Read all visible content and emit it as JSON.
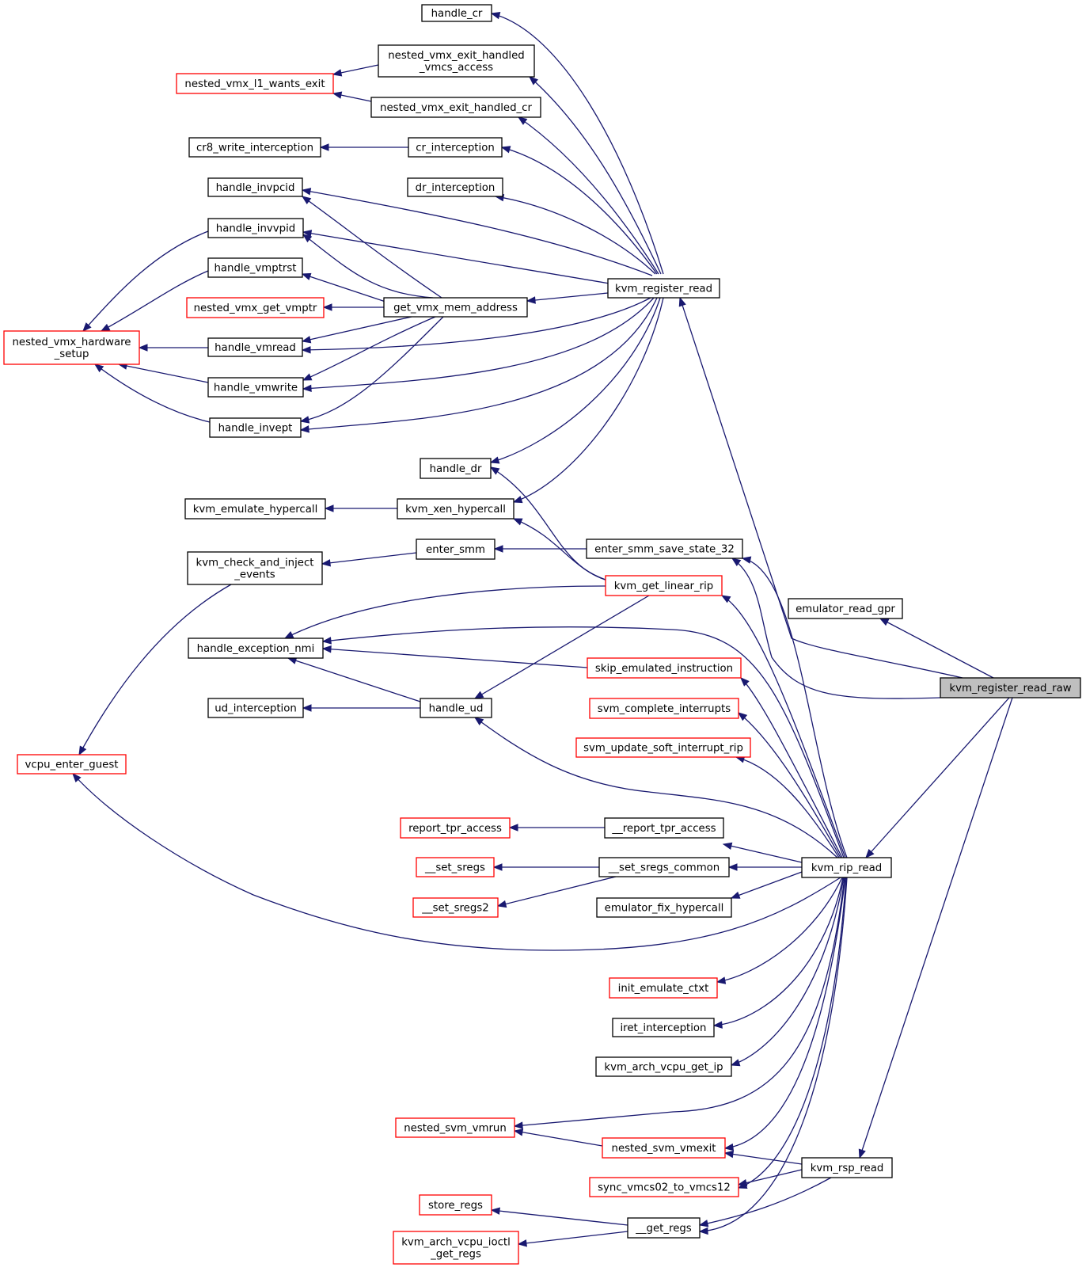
{
  "diagram": {
    "type": "call-graph",
    "target": "kvm_register_read_raw",
    "nodes": [
      {
        "id": "handle_cr",
        "lines": [
          "handle_cr"
        ],
        "red": false
      },
      {
        "id": "nested_vmx_exit_handled_vmcs_access",
        "lines": [
          "nested_vmx_exit_handled",
          "_vmcs_access"
        ],
        "red": false
      },
      {
        "id": "nested_vmx_l1_wants_exit",
        "lines": [
          "nested_vmx_l1_wants_exit"
        ],
        "red": true
      },
      {
        "id": "nested_vmx_exit_handled_cr",
        "lines": [
          "nested_vmx_exit_handled_cr"
        ],
        "red": false
      },
      {
        "id": "cr8_write_interception",
        "lines": [
          "cr8_write_interception"
        ],
        "red": false
      },
      {
        "id": "cr_interception",
        "lines": [
          "cr_interception"
        ],
        "red": false
      },
      {
        "id": "handle_invpcid",
        "lines": [
          "handle_invpcid"
        ],
        "red": false
      },
      {
        "id": "dr_interception",
        "lines": [
          "dr_interception"
        ],
        "red": false
      },
      {
        "id": "handle_invvpid",
        "lines": [
          "handle_invvpid"
        ],
        "red": false
      },
      {
        "id": "handle_vmptrst",
        "lines": [
          "handle_vmptrst"
        ],
        "red": false
      },
      {
        "id": "kvm_register_read",
        "lines": [
          "kvm_register_read"
        ],
        "red": false
      },
      {
        "id": "nested_vmx_get_vmptr",
        "lines": [
          "nested_vmx_get_vmptr"
        ],
        "red": true
      },
      {
        "id": "get_vmx_mem_address",
        "lines": [
          "get_vmx_mem_address"
        ],
        "red": false
      },
      {
        "id": "nested_vmx_hardware_setup",
        "lines": [
          "nested_vmx_hardware",
          "_setup"
        ],
        "red": true
      },
      {
        "id": "handle_vmread",
        "lines": [
          "handle_vmread"
        ],
        "red": false
      },
      {
        "id": "handle_vmwrite",
        "lines": [
          "handle_vmwrite"
        ],
        "red": false
      },
      {
        "id": "handle_invept",
        "lines": [
          "handle_invept"
        ],
        "red": false
      },
      {
        "id": "handle_dr",
        "lines": [
          "handle_dr"
        ],
        "red": false
      },
      {
        "id": "kvm_emulate_hypercall",
        "lines": [
          "kvm_emulate_hypercall"
        ],
        "red": false
      },
      {
        "id": "kvm_xen_hypercall",
        "lines": [
          "kvm_xen_hypercall"
        ],
        "red": false
      },
      {
        "id": "kvm_check_and_inject_events",
        "lines": [
          "kvm_check_and_inject",
          "_events"
        ],
        "red": false
      },
      {
        "id": "enter_smm",
        "lines": [
          "enter_smm"
        ],
        "red": false
      },
      {
        "id": "enter_smm_save_state_32",
        "lines": [
          "enter_smm_save_state_32"
        ],
        "red": false
      },
      {
        "id": "kvm_get_linear_rip",
        "lines": [
          "kvm_get_linear_rip"
        ],
        "red": true
      },
      {
        "id": "emulator_read_gpr",
        "lines": [
          "emulator_read_gpr"
        ],
        "red": false
      },
      {
        "id": "handle_exception_nmi",
        "lines": [
          "handle_exception_nmi"
        ],
        "red": false
      },
      {
        "id": "skip_emulated_instruction",
        "lines": [
          "skip_emulated_instruction"
        ],
        "red": true
      },
      {
        "id": "kvm_register_read_raw",
        "lines": [
          "kvm_register_read_raw"
        ],
        "red": false
      },
      {
        "id": "ud_interception",
        "lines": [
          "ud_interception"
        ],
        "red": false
      },
      {
        "id": "handle_ud",
        "lines": [
          "handle_ud"
        ],
        "red": false
      },
      {
        "id": "svm_complete_interrupts",
        "lines": [
          "svm_complete_interrupts"
        ],
        "red": true
      },
      {
        "id": "svm_update_soft_interrupt_rip",
        "lines": [
          "svm_update_soft_interrupt_rip"
        ],
        "red": true
      },
      {
        "id": "vcpu_enter_guest",
        "lines": [
          "vcpu_enter_guest"
        ],
        "red": true
      },
      {
        "id": "report_tpr_access",
        "lines": [
          "report_tpr_access"
        ],
        "red": true
      },
      {
        "id": "__report_tpr_access",
        "lines": [
          "__report_tpr_access"
        ],
        "red": false
      },
      {
        "id": "__set_sregs",
        "lines": [
          "__set_sregs"
        ],
        "red": true
      },
      {
        "id": "__set_sregs_common",
        "lines": [
          "__set_sregs_common"
        ],
        "red": false
      },
      {
        "id": "kvm_rip_read",
        "lines": [
          "kvm_rip_read"
        ],
        "red": false
      },
      {
        "id": "__set_sregs2",
        "lines": [
          "__set_sregs2"
        ],
        "red": true
      },
      {
        "id": "emulator_fix_hypercall",
        "lines": [
          "emulator_fix_hypercall"
        ],
        "red": false
      },
      {
        "id": "init_emulate_ctxt",
        "lines": [
          "init_emulate_ctxt"
        ],
        "red": true
      },
      {
        "id": "iret_interception",
        "lines": [
          "iret_interception"
        ],
        "red": false
      },
      {
        "id": "kvm_arch_vcpu_get_ip",
        "lines": [
          "kvm_arch_vcpu_get_ip"
        ],
        "red": false
      },
      {
        "id": "nested_svm_vmrun",
        "lines": [
          "nested_svm_vmrun"
        ],
        "red": true
      },
      {
        "id": "nested_svm_vmexit",
        "lines": [
          "nested_svm_vmexit"
        ],
        "red": true
      },
      {
        "id": "kvm_rsp_read",
        "lines": [
          "kvm_rsp_read"
        ],
        "red": false
      },
      {
        "id": "sync_vmcs02_to_vmcs12",
        "lines": [
          "sync_vmcs02_to_vmcs12"
        ],
        "red": true
      },
      {
        "id": "store_regs",
        "lines": [
          "store_regs"
        ],
        "red": true
      },
      {
        "id": "__get_regs",
        "lines": [
          "__get_regs"
        ],
        "red": false
      },
      {
        "id": "kvm_arch_vcpu_ioctl_get_regs",
        "lines": [
          "kvm_arch_vcpu_ioctl",
          "_get_regs"
        ],
        "red": true
      }
    ],
    "edges": [
      {
        "from": "kvm_register_read",
        "to": "handle_cr"
      },
      {
        "from": "kvm_register_read",
        "to": "nested_vmx_exit_handled_vmcs_access"
      },
      {
        "from": "nested_vmx_exit_handled_vmcs_access",
        "to": "nested_vmx_l1_wants_exit"
      },
      {
        "from": "kvm_register_read",
        "to": "nested_vmx_exit_handled_cr"
      },
      {
        "from": "nested_vmx_exit_handled_cr",
        "to": "nested_vmx_l1_wants_exit"
      },
      {
        "from": "kvm_register_read",
        "to": "cr_interception"
      },
      {
        "from": "cr_interception",
        "to": "cr8_write_interception"
      },
      {
        "from": "kvm_register_read",
        "to": "dr_interception"
      },
      {
        "from": "kvm_register_read",
        "to": "handle_invpcid"
      },
      {
        "from": "kvm_register_read",
        "to": "handle_invvpid"
      },
      {
        "from": "kvm_register_read",
        "to": "get_vmx_mem_address"
      },
      {
        "from": "kvm_register_read",
        "to": "handle_vmread"
      },
      {
        "from": "kvm_register_read",
        "to": "handle_vmwrite"
      },
      {
        "from": "kvm_register_read",
        "to": "handle_invept"
      },
      {
        "from": "kvm_register_read",
        "to": "handle_dr"
      },
      {
        "from": "kvm_register_read",
        "to": "kvm_xen_hypercall"
      },
      {
        "from": "get_vmx_mem_address",
        "to": "handle_invpcid"
      },
      {
        "from": "get_vmx_mem_address",
        "to": "handle_invvpid"
      },
      {
        "from": "get_vmx_mem_address",
        "to": "handle_vmptrst"
      },
      {
        "from": "get_vmx_mem_address",
        "to": "nested_vmx_get_vmptr"
      },
      {
        "from": "get_vmx_mem_address",
        "to": "handle_vmread"
      },
      {
        "from": "get_vmx_mem_address",
        "to": "handle_vmwrite"
      },
      {
        "from": "get_vmx_mem_address",
        "to": "handle_invept"
      },
      {
        "from": "handle_invvpid",
        "to": "nested_vmx_hardware_setup"
      },
      {
        "from": "handle_vmptrst",
        "to": "nested_vmx_hardware_setup"
      },
      {
        "from": "handle_vmread",
        "to": "nested_vmx_hardware_setup"
      },
      {
        "from": "handle_vmwrite",
        "to": "nested_vmx_hardware_setup"
      },
      {
        "from": "handle_invept",
        "to": "nested_vmx_hardware_setup"
      },
      {
        "from": "kvm_xen_hypercall",
        "to": "kvm_emulate_hypercall"
      },
      {
        "from": "enter_smm_save_state_32",
        "to": "enter_smm"
      },
      {
        "from": "enter_smm",
        "to": "kvm_check_and_inject_events"
      },
      {
        "from": "kvm_check_and_inject_events",
        "to": "vcpu_enter_guest"
      },
      {
        "from": "kvm_get_linear_rip",
        "to": "handle_dr"
      },
      {
        "from": "kvm_get_linear_rip",
        "to": "kvm_xen_hypercall"
      },
      {
        "from": "kvm_get_linear_rip",
        "to": "handle_exception_nmi"
      },
      {
        "from": "kvm_get_linear_rip",
        "to": "handle_ud"
      },
      {
        "from": "skip_emulated_instruction",
        "to": "handle_exception_nmi"
      },
      {
        "from": "handle_ud",
        "to": "handle_exception_nmi"
      },
      {
        "from": "handle_ud",
        "to": "ud_interception"
      },
      {
        "from": "__report_tpr_access",
        "to": "report_tpr_access"
      },
      {
        "from": "__set_sregs_common",
        "to": "__set_sregs"
      },
      {
        "from": "__set_sregs_common",
        "to": "__set_sregs2"
      },
      {
        "from": "nested_svm_vmexit",
        "to": "nested_svm_vmrun"
      },
      {
        "from": "__get_regs",
        "to": "store_regs"
      },
      {
        "from": "__get_regs",
        "to": "kvm_arch_vcpu_ioctl_get_regs"
      },
      {
        "from": "kvm_register_read_raw",
        "to": "kvm_register_read"
      },
      {
        "from": "kvm_register_read_raw",
        "to": "enter_smm_save_state_32"
      },
      {
        "from": "kvm_register_read_raw",
        "to": "emulator_read_gpr"
      },
      {
        "from": "kvm_register_read_raw",
        "to": "kvm_rip_read"
      },
      {
        "from": "kvm_register_read_raw",
        "to": "kvm_rsp_read"
      },
      {
        "from": "kvm_rip_read",
        "to": "enter_smm_save_state_32"
      },
      {
        "from": "kvm_rip_read",
        "to": "kvm_get_linear_rip"
      },
      {
        "from": "kvm_rip_read",
        "to": "handle_exception_nmi"
      },
      {
        "from": "kvm_rip_read",
        "to": "skip_emulated_instruction"
      },
      {
        "from": "kvm_rip_read",
        "to": "svm_complete_interrupts"
      },
      {
        "from": "kvm_rip_read",
        "to": "svm_update_soft_interrupt_rip"
      },
      {
        "from": "kvm_rip_read",
        "to": "handle_ud"
      },
      {
        "from": "kvm_rip_read",
        "to": "__report_tpr_access"
      },
      {
        "from": "kvm_rip_read",
        "to": "__set_sregs_common"
      },
      {
        "from": "kvm_rip_read",
        "to": "emulator_fix_hypercall"
      },
      {
        "from": "kvm_rip_read",
        "to": "vcpu_enter_guest"
      },
      {
        "from": "kvm_rip_read",
        "to": "init_emulate_ctxt"
      },
      {
        "from": "kvm_rip_read",
        "to": "iret_interception"
      },
      {
        "from": "kvm_rip_read",
        "to": "kvm_arch_vcpu_get_ip"
      },
      {
        "from": "kvm_rip_read",
        "to": "nested_svm_vmrun"
      },
      {
        "from": "kvm_rip_read",
        "to": "nested_svm_vmexit"
      },
      {
        "from": "kvm_rip_read",
        "to": "sync_vmcs02_to_vmcs12"
      },
      {
        "from": "kvm_rip_read",
        "to": "__get_regs"
      },
      {
        "from": "kvm_rsp_read",
        "to": "nested_svm_vmexit"
      },
      {
        "from": "kvm_rsp_read",
        "to": "sync_vmcs02_to_vmcs12"
      },
      {
        "from": "kvm_rsp_read",
        "to": "__get_regs"
      }
    ]
  }
}
